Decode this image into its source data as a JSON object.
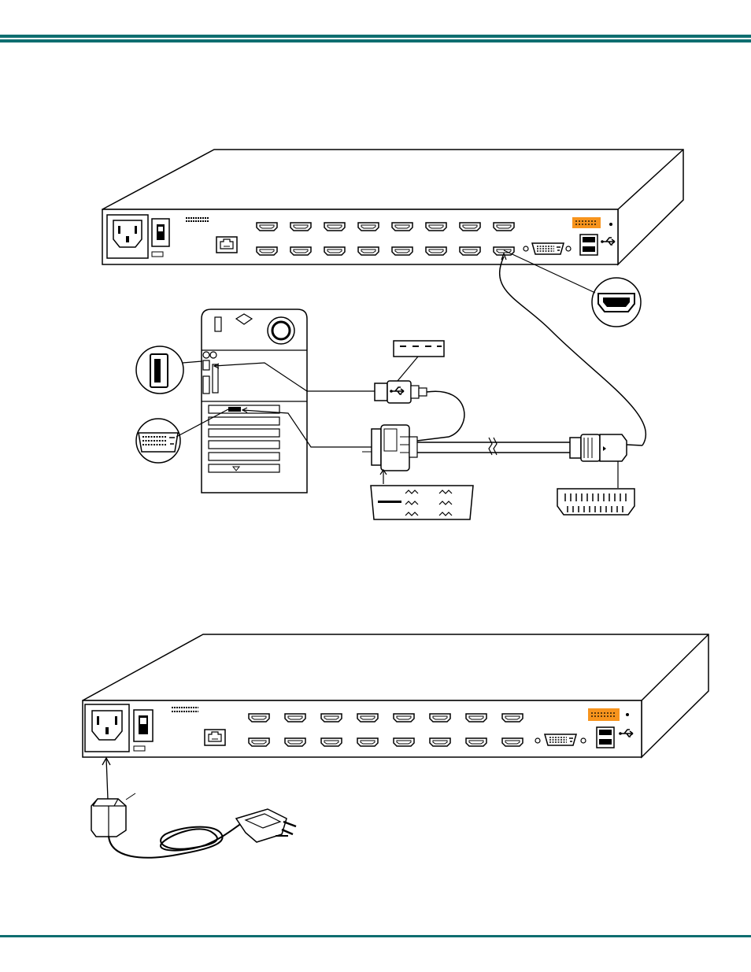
{
  "colors": {
    "rule": "#0e6e70",
    "line": "#000000",
    "orange_panel": "#f7941d"
  },
  "figure_top": {
    "name": "kvm-hdmi-connection-diagram",
    "hdmi_port_count": 16,
    "components": [
      "kvm-switch-rear",
      "computer-rear",
      "usb-dvi-hdmi-cable",
      "usb-a-connector-callout",
      "dvi-connector-callout",
      "hdmi-connector-callout"
    ]
  },
  "figure_bottom": {
    "name": "kvm-power-connection-diagram",
    "hdmi_port_count": 16,
    "components": [
      "kvm-switch-rear",
      "power-cord"
    ]
  },
  "icons": {
    "usb": "usb-icon",
    "ethernet": "rj45-icon",
    "hdmi": "hdmi-port-icon",
    "dvi": "dvi-port-icon",
    "power": "iec-inlet-icon"
  }
}
